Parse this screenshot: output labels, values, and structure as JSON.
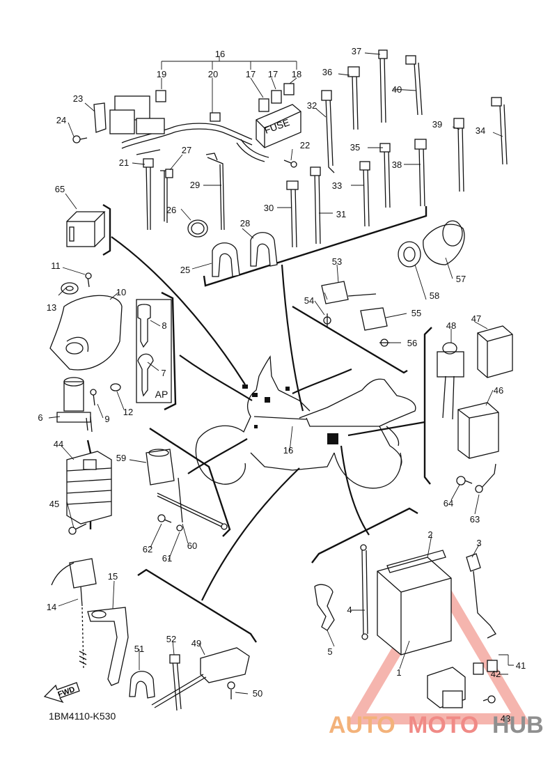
{
  "diagram_code": "1BM4110-K530",
  "fwd_label": "FWD",
  "fuse_label": "FUSE",
  "ap_label": "AP",
  "watermark": {
    "auto": "AUTO",
    "moto": "MOTO",
    "hub": "HUB",
    "triangle_color": "#f5b5ae"
  },
  "callouts": {
    "c1": "1",
    "c2": "2",
    "c3": "3",
    "c4": "4",
    "c5": "5",
    "c6": "6",
    "c7": "7",
    "c8": "8",
    "c9": "9",
    "c10": "10",
    "c11": "11",
    "c12": "12",
    "c13": "13",
    "c14": "14",
    "c15": "15",
    "c16": "16",
    "c16b": "16",
    "c17a": "17",
    "c17b": "17",
    "c18": "18",
    "c19": "19",
    "c20": "20",
    "c21": "21",
    "c22": "22",
    "c23": "23",
    "c24": "24",
    "c25": "25",
    "c26": "26",
    "c27": "27",
    "c28": "28",
    "c29": "29",
    "c30": "30",
    "c31": "31",
    "c32": "32",
    "c33": "33",
    "c34": "34",
    "c35": "35",
    "c36": "36",
    "c37": "37",
    "c38": "38",
    "c39": "39",
    "c40": "40",
    "c41": "41",
    "c42": "42",
    "c43": "43",
    "c44": "44",
    "c45": "45",
    "c46": "46",
    "c47": "47",
    "c48": "48",
    "c49": "49",
    "c50": "50",
    "c51": "51",
    "c52": "52",
    "c53": "53",
    "c54": "54",
    "c55": "55",
    "c56": "56",
    "c57": "57",
    "c58": "58",
    "c59": "59",
    "c60": "60",
    "c61": "61",
    "c62": "62",
    "c63": "63",
    "c64": "64",
    "c65": "65"
  }
}
